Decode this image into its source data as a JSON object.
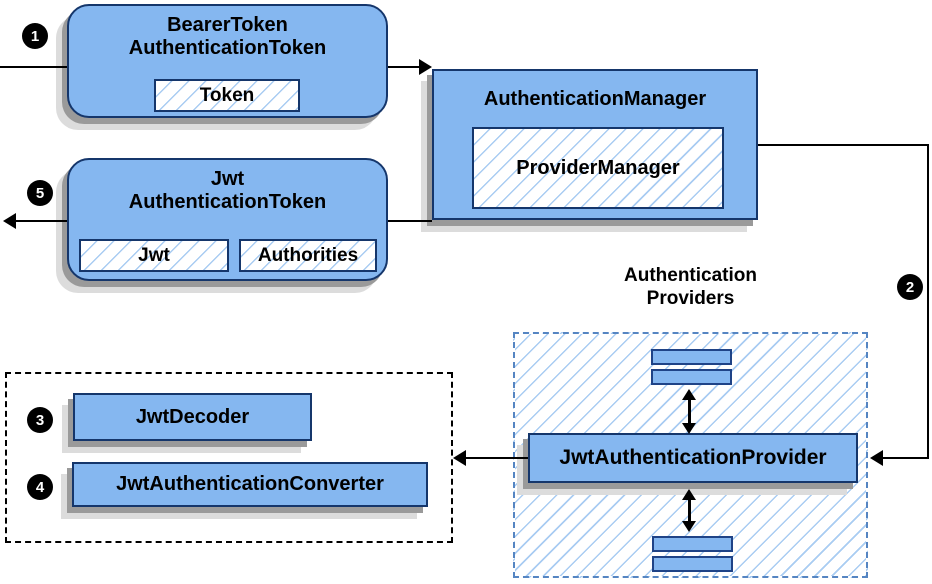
{
  "colors": {
    "node_fill": "#85b7f0",
    "node_border": "#15366b",
    "hatch_line": "#a9ccf2",
    "providers_dashed_border": "#5585c2",
    "group_dashed_border": "#000000",
    "shadow_dark": "#9a9a9a",
    "shadow_light": "#dcdcdc",
    "edge": "#000000",
    "step_badge_bg": "#000000",
    "step_badge_text": "#ffffff"
  },
  "nodes": {
    "bearer_token": {
      "title_line1": "BearerToken",
      "title_line2": "AuthenticationToken",
      "field_token": "Token"
    },
    "authentication_manager": {
      "title": "AuthenticationManager",
      "field_provider_manager": "ProviderManager"
    },
    "jwt_authentication_token": {
      "title_line1": "Jwt",
      "title_line2": "AuthenticationToken",
      "field_jwt": "Jwt",
      "field_authorities": "Authorities"
    },
    "authentication_providers": {
      "title_line1": "Authentication",
      "title_line2": "Providers"
    },
    "jwt_authentication_provider": {
      "label": "JwtAuthenticationProvider"
    },
    "jwt_decoder": {
      "label": "JwtDecoder"
    },
    "jwt_authentication_converter": {
      "label": "JwtAuthenticationConverter"
    }
  },
  "steps": {
    "one": "1",
    "two": "2",
    "three": "3",
    "four": "4",
    "five": "5"
  }
}
